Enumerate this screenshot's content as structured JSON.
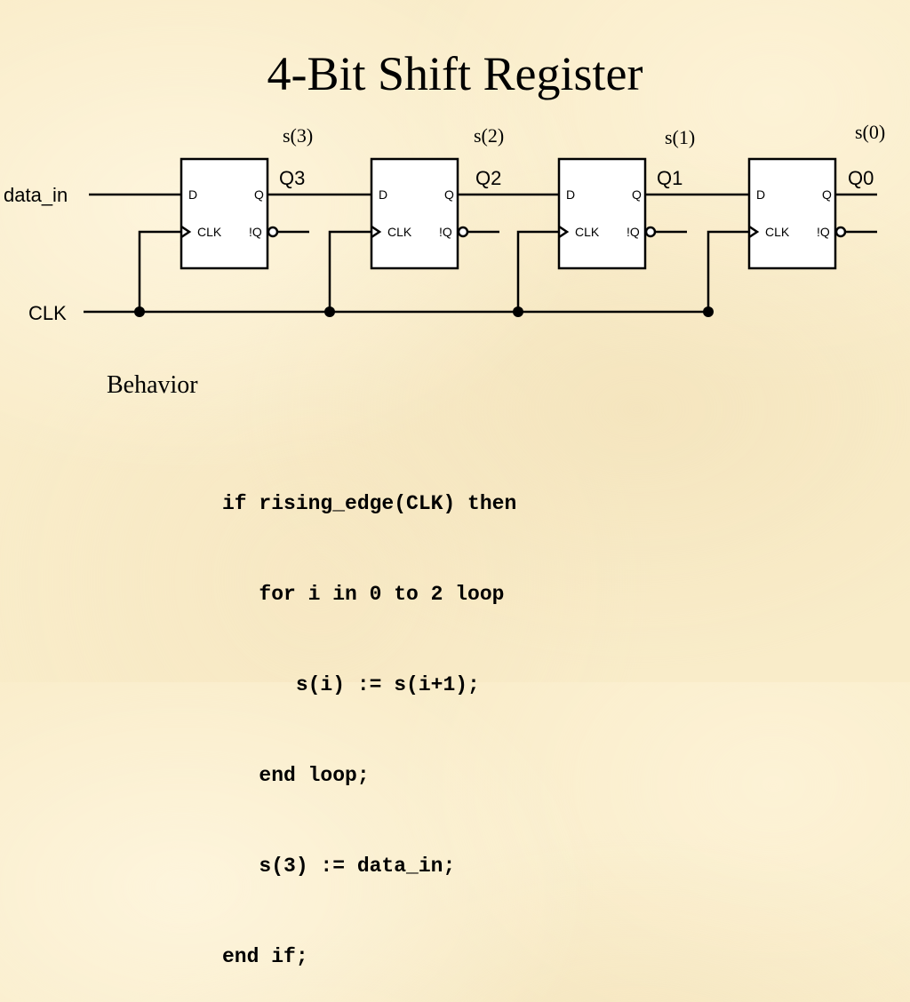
{
  "title": "4-Bit Shift Register",
  "diagram": {
    "input_label": "data_in",
    "clock_label": "CLK",
    "flip_flops": [
      {
        "signal": "s(3)",
        "output": "Q3",
        "pin_d": "D",
        "pin_q": "Q",
        "pin_clk": "CLK",
        "pin_nq": "!Q"
      },
      {
        "signal": "s(2)",
        "output": "Q2",
        "pin_d": "D",
        "pin_q": "Q",
        "pin_clk": "CLK",
        "pin_nq": "!Q"
      },
      {
        "signal": "s(1)",
        "output": "Q1",
        "pin_d": "D",
        "pin_q": "Q",
        "pin_clk": "CLK",
        "pin_nq": "!Q"
      },
      {
        "signal": "s(0)",
        "output": "Q0",
        "pin_d": "D",
        "pin_q": "Q",
        "pin_clk": "CLK",
        "pin_nq": "!Q"
      }
    ]
  },
  "behavior": {
    "heading": "Behavior",
    "code_lines": [
      "if rising_edge(CLK) then",
      "   for i in 0 to 2 loop",
      "      s(i) := s(i+1);",
      "   end loop;",
      "   s(3) := data_in;",
      "end if;"
    ]
  }
}
